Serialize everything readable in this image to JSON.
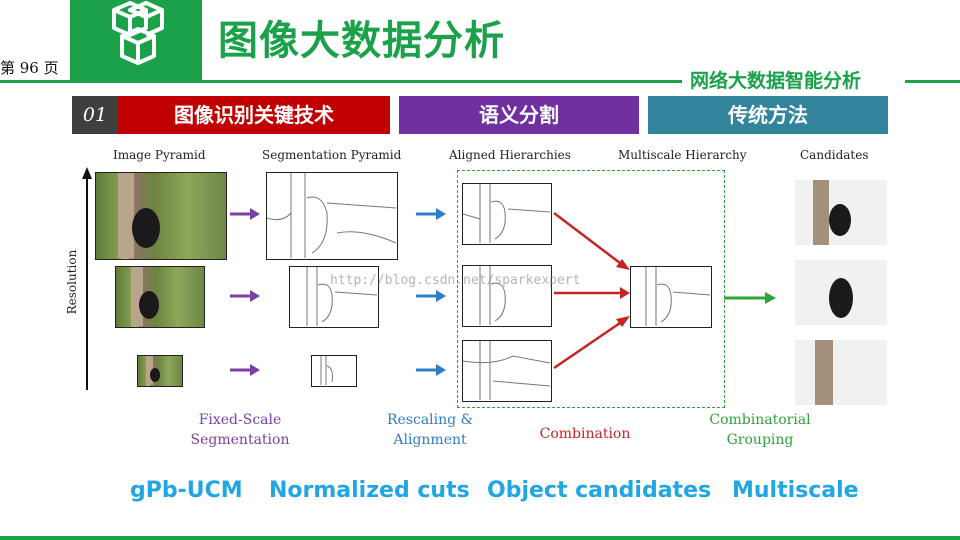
{
  "header": {
    "page_label": "第 96 页",
    "title": "图像大数据分析",
    "subtitle": "网络大数据智能分析"
  },
  "tabs": {
    "number": "01",
    "items": [
      {
        "label": "图像识别关键技术",
        "color": "#c00000"
      },
      {
        "label": "语义分割",
        "color": "#7030a0"
      },
      {
        "label": "传统方法",
        "color": "#31849b"
      }
    ]
  },
  "figure": {
    "columns": [
      "Image Pyramid",
      "Segmentation Pyramid",
      "Aligned  Hierarchies",
      "Multiscale Hierarchy",
      "Candidates"
    ],
    "axis_label": "Resolution",
    "watermark": "http://blog.csdn.net/sparkexpert",
    "captions": {
      "fixed_scale": [
        "Fixed-Scale",
        "Segmentation"
      ],
      "rescaling": [
        "Rescaling &",
        "Alignment"
      ],
      "combination": "Combination",
      "grouping": [
        "Combinatorial",
        "Grouping"
      ]
    },
    "colors": {
      "purple": "#7b3fa8",
      "blue": "#2f7fc4",
      "red": "#c42424",
      "green": "#2ea33a"
    }
  },
  "bottom_terms": [
    "gPb-UCM",
    "Normalized cuts",
    "Object candidates",
    "Multiscale"
  ]
}
